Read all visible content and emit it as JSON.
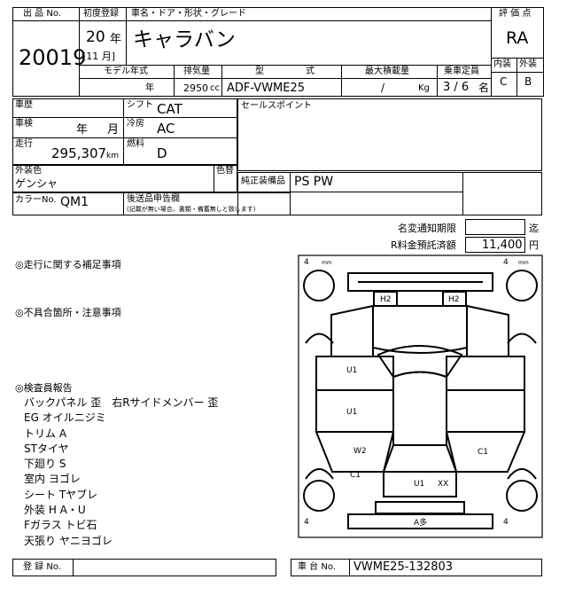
{
  "header": {
    "lot_label": "出 品 No.",
    "lot_no": "20019",
    "reg_label": "初度登録",
    "reg_year": "20",
    "year_suffix": "年",
    "reg_month": "[11 月]",
    "name_label": "車名・ドア・形状・グレード",
    "car_name": "キャラバン",
    "grade_label": "評 価 点",
    "grade": "RA",
    "interior_label": "内装",
    "interior": "C",
    "exterior_label": "外装",
    "exterior": "B"
  },
  "spec": {
    "model_year_label": "モデル年式",
    "model_year_unit": "年",
    "disp_label": "排気量",
    "disp": "2950",
    "disp_unit": "cc",
    "type_label1": "型",
    "type_label2": "式",
    "type": "ADF-VWME25",
    "load_label": "最大積載量",
    "load": "/",
    "load_unit": "Kg",
    "cap_label": "乗車定員",
    "cap": "3 / 6",
    "cap_unit": "名"
  },
  "details": {
    "history_label": "車歴",
    "shift_label": "シフト",
    "shift": "CAT",
    "inspection_label": "車検",
    "insp_year": "年",
    "insp_month": "月",
    "ac_label": "冷房",
    "ac": "AC",
    "mileage_label": "走行",
    "mileage": "295,307",
    "mileage_unit": "km",
    "fuel_label": "燃料",
    "fuel": "D",
    "sales_point_label": "セールスポイント",
    "ext_color_label": "外装色",
    "ext_color": "ゲンシャ",
    "color_change_label": "色替",
    "equipment_label": "純正装備品",
    "equipment": "PS PW",
    "color_no_label": "カラーNo.",
    "color_no": "QM1",
    "docs_label": "後送品申告欄",
    "docs_note": "(記載が無い場合、書類・備蓄無しと致します)"
  },
  "fees": {
    "transfer_deadline_label": "名変通知期限",
    "transfer_deadline": "",
    "transfer_unit": "迄",
    "recycle_label": "R料金預託済額",
    "recycle_amount": "11,400",
    "recycle_unit": "円"
  },
  "notes": {
    "driving_label": "◎走行に関する補足事項",
    "defects_label": "◎不具合箇所・注意事項",
    "inspector_label": "◎検査員報告",
    "report_lines": [
      "バックパネル 歪　右Rサイドメンバー 歪",
      "EG オイルニジミ",
      "トリム A",
      "STタイヤ",
      "下廻り S",
      "室内 ヨゴレ",
      "シート Tヤブレ",
      "外装 H A・U",
      "Fガラス トビ石",
      "天張り ヤニヨゴレ"
    ]
  },
  "diagram": {
    "tire_tl": "4",
    "tire_tr": "4",
    "tire_bl": "4",
    "tire_br": "4",
    "tire_unit": "mm",
    "mark_h2_left": "H2",
    "mark_h2_right": "H2",
    "mark_u1_top": "U1",
    "mark_u1_mid": "U1",
    "mark_w2": "W2",
    "mark_c1_left": "C1",
    "mark_c1_right": "C1",
    "mark_u1_bottom": "U1",
    "mark_xx": "XX",
    "mark_a": "A多"
  },
  "footer": {
    "reg_no_label": "登 録 No.",
    "reg_no": "",
    "chassis_label": "車 台 No.",
    "chassis_no": "VWME25-132803"
  }
}
